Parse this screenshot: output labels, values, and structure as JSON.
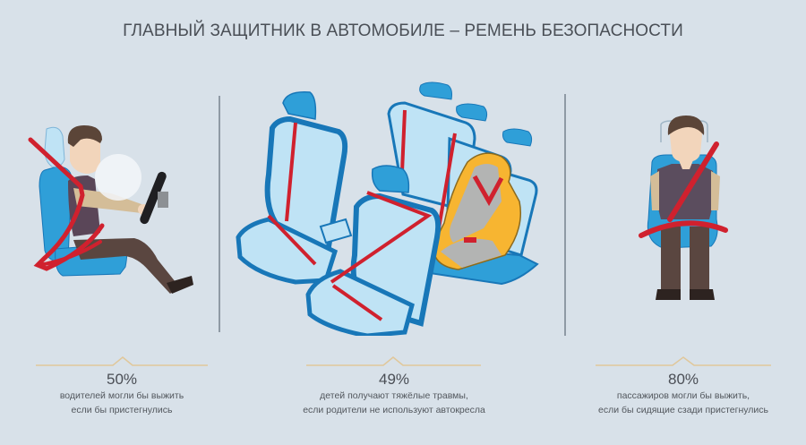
{
  "title": "ГЛАВНЫЙ ЗАЩИТНИК В АВТОМОБИЛЕ – РЕМЕНЬ БЕЗОПАСНОСТИ",
  "colors": {
    "background": "#d8e1e9",
    "divider": "#8f9aa5",
    "pointer_line": "#e0c79a",
    "seat_blue": "#2f9fd8",
    "seat_light": "#bfe3f5",
    "seat_dark": "#1877b8",
    "belt_red": "#d0212e",
    "child_seat_orange": "#f7b531",
    "child_seat_gray": "#b3b4b3",
    "text": "#4f545a"
  },
  "panels": [
    {
      "id": "driver",
      "illustration": "driver-with-seatbelt-and-airbag",
      "stat": {
        "value": "50%",
        "lines": [
          "водителей могли бы выжить",
          "если бы пристегнулись"
        ]
      }
    },
    {
      "id": "children",
      "illustration": "car-seats-with-child-seat",
      "stat": {
        "value": "49%",
        "lines": [
          "детей получают тяжёлые травмы,",
          "если родители не используют автокресла"
        ]
      }
    },
    {
      "id": "rear-passengers",
      "illustration": "rear-passenger-with-seatbelt",
      "stat": {
        "value": "80%",
        "lines": [
          "пассажиров могли бы выжить,",
          "если бы сидящие сзади пристегнулись"
        ]
      }
    }
  ]
}
